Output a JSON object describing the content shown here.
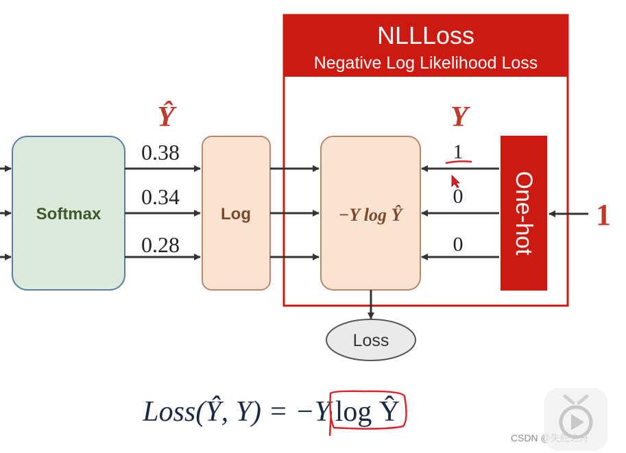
{
  "nll": {
    "title": "NLLLoss",
    "subtitle": "Negative Log Likelihood Loss"
  },
  "y_hat_label": "Ŷ",
  "y_label": "Y",
  "softmax": {
    "label": "Softmax"
  },
  "log": {
    "label": "Log"
  },
  "neg_y_log": {
    "label": "−Y log Ŷ"
  },
  "onehot": {
    "label": "One-hot"
  },
  "input_class": "1",
  "probabilities": [
    "0.38",
    "0.34",
    "0.28"
  ],
  "onehot_values": [
    "1",
    "0",
    "0"
  ],
  "loss": {
    "label": "Loss"
  },
  "formula": {
    "lhs": "Loss(Ŷ, Y) = −Y",
    "highlight": "log Ŷ"
  },
  "watermark": "CSDN @失舵之舟",
  "colors": {
    "red": "#cc1a10",
    "softmax_fill": "#dbeadb",
    "orange_fill": "#fbe3d2",
    "title_orange": "#c0392b"
  }
}
